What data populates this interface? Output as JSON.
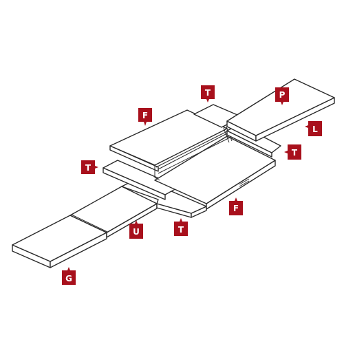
{
  "diagram": {
    "colors": {
      "tag": "#a8101c",
      "tag_text": "#ffffff",
      "line": "#2a2a2a"
    },
    "labels": {
      "t_top": "T",
      "p": "P",
      "f_top": "F",
      "l": "L",
      "t_right": "T",
      "t_left": "T",
      "f_bottom": "F",
      "u": "U",
      "t_bottom": "T",
      "g": "G"
    }
  }
}
